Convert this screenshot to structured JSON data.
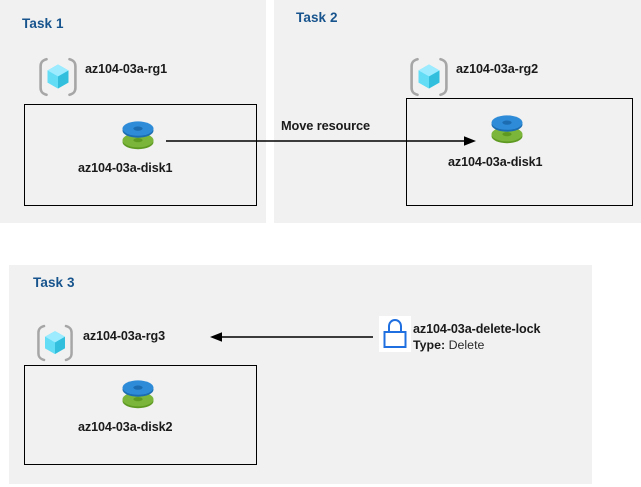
{
  "diagram": {
    "background": "#ffffff",
    "panel_background": "#f1f1f1",
    "title_color": "#17548d",
    "label_color": "#1a1a1a",
    "border_color": "#000000"
  },
  "tasks": [
    {
      "id": "task1",
      "title": "Task 1",
      "resource_group": {
        "icon": "resource-group-icon",
        "label": "az104-03a-rg1"
      },
      "resource": {
        "icon": "managed-disk-icon",
        "label": "az104-03a-disk1"
      }
    },
    {
      "id": "task2",
      "title": "Task 2",
      "resource_group": {
        "icon": "resource-group-icon",
        "label": "az104-03a-rg2"
      },
      "resource": {
        "icon": "managed-disk-icon",
        "label": "az104-03a-disk1"
      }
    },
    {
      "id": "task3",
      "title": "Task 3",
      "resource_group": {
        "icon": "resource-group-icon",
        "label": "az104-03a-rg3"
      },
      "resource": {
        "icon": "managed-disk-icon",
        "label": "az104-03a-disk2"
      },
      "lock": {
        "icon": "lock-icon",
        "name": "az104-03a-delete-lock",
        "type_key": "Type:",
        "type_value": "Delete",
        "icon_color": "#1f6fe0"
      }
    }
  ],
  "connectors": [
    {
      "id": "move-resource-arrow",
      "label": "Move resource",
      "direction": "right",
      "from": "task1-disk1",
      "to": "task2-disk1"
    },
    {
      "id": "lock-applies-arrow",
      "label": "",
      "direction": "left",
      "from": "az104-03a-delete-lock",
      "to": "az104-03a-rg3"
    }
  ],
  "icon_colors": {
    "resource_group_bracket": "#a6a6a6",
    "resource_group_cube_light": "#50e6ff",
    "resource_group_cube_mid": "#32bedd",
    "resource_group_cube_dark": "#9cebff",
    "disk_blue": "#2e8bd8",
    "disk_blue_dark": "#1b6cb0",
    "disk_green": "#7bb63b",
    "disk_green_dark": "#5e9a22"
  }
}
